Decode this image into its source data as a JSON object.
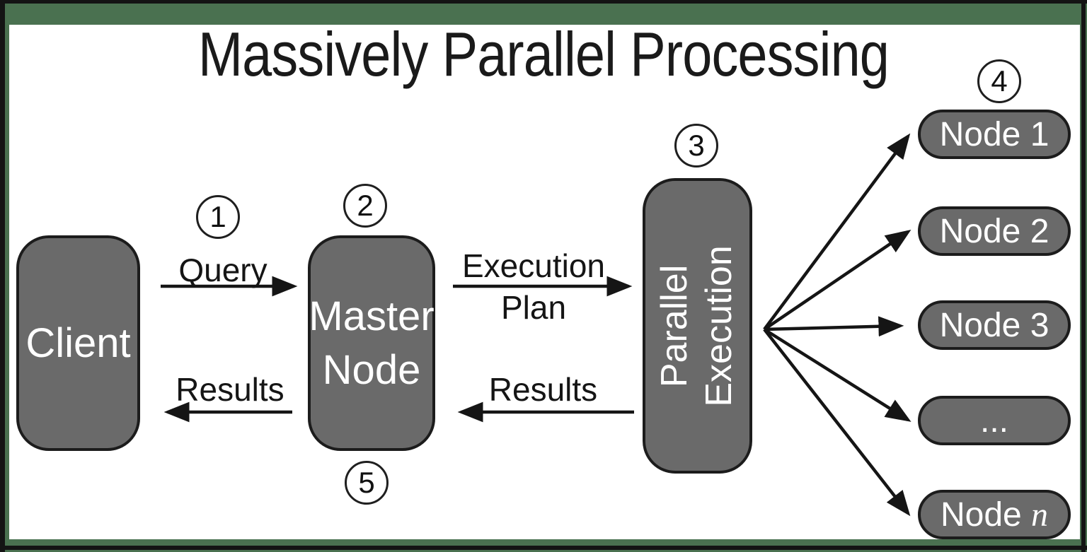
{
  "title": "Massively Parallel Processing",
  "colors": {
    "frame_green": "#4a7150",
    "frame_line": "#141414",
    "box_fill": "#6a6a6a",
    "box_border": "#1c1c1c",
    "box_text": "#ffffff",
    "ink": "#151515"
  },
  "steps": {
    "s1": "1",
    "s2": "2",
    "s3": "3",
    "s4": "4",
    "s5": "5"
  },
  "client": {
    "label": "Client"
  },
  "master": {
    "line1": "Master",
    "line2": "Node"
  },
  "parallel": {
    "line1": "Parallel",
    "line2": "Execution"
  },
  "labels": {
    "query": "Query",
    "execution_plan_line1": "Execution",
    "execution_plan_line2": "Plan",
    "results_to_client": "Results",
    "results_to_master": "Results"
  },
  "workers": {
    "items": [
      {
        "prefix": "Node ",
        "suffix": "1"
      },
      {
        "prefix": "Node ",
        "suffix": "2"
      },
      {
        "prefix": "Node ",
        "suffix": "3"
      },
      {
        "prefix": "",
        "suffix": "..."
      },
      {
        "prefix": "Node ",
        "suffix": "n"
      }
    ]
  }
}
